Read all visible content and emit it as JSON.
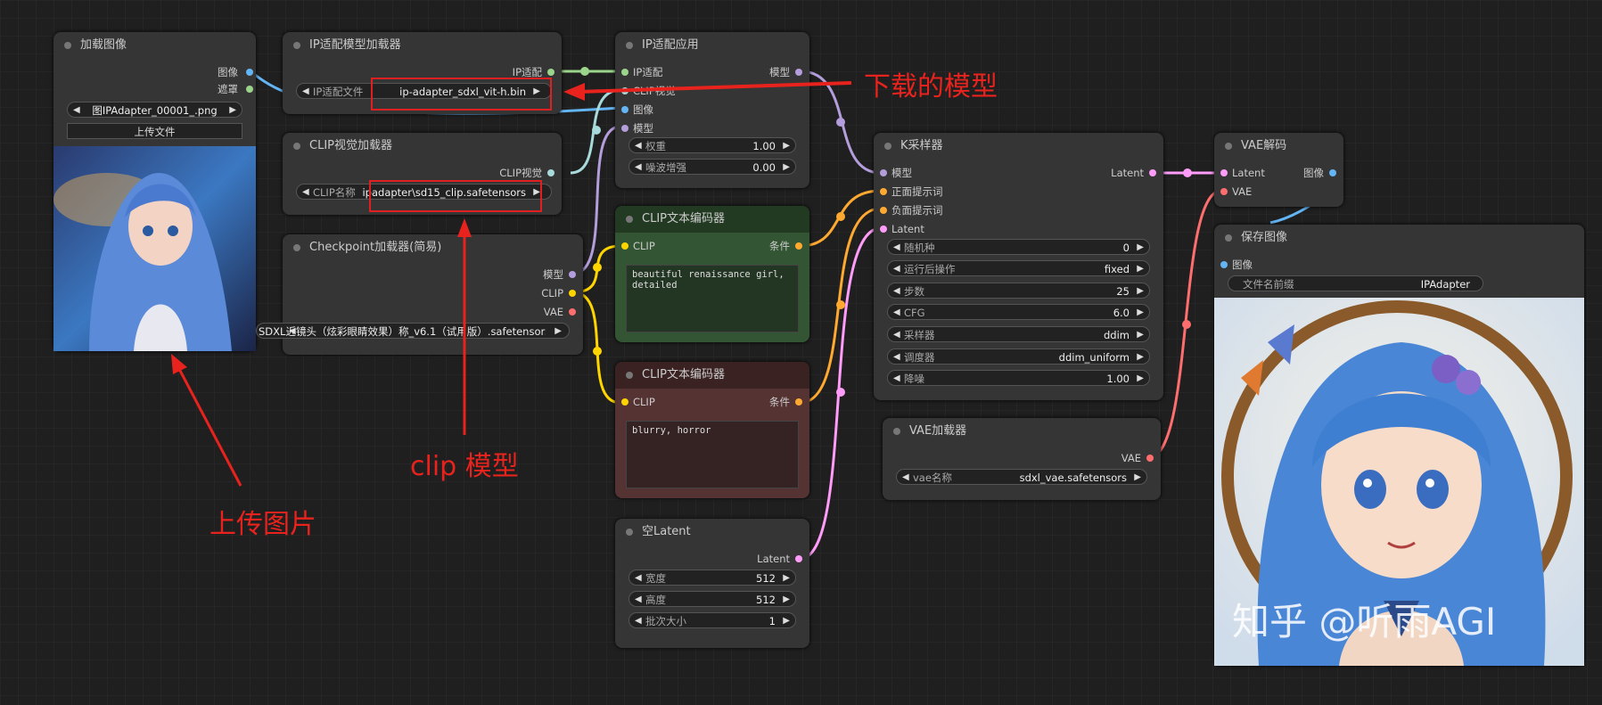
{
  "colors": {
    "model": "#b39ddb",
    "clip": "#ffd500",
    "cond": "#ffa931",
    "latent": "#ff9cf9",
    "image": "#64b5f6",
    "vae": "#ff6e6e",
    "ipadapter": "#9ad58b",
    "clipvision": "#a8dadc",
    "annotation": "#e8231d"
  },
  "nodes": {
    "load_image": {
      "title": "加载图像",
      "out_image": "图像",
      "out_mask": "遮罩",
      "file_value": "图IPAdapter_00001_.png",
      "upload_label": "上传文件"
    },
    "ip_model_loader": {
      "title": "IP适配模型加载器",
      "out": "IP适配",
      "w_label": "IP适配文件",
      "w_value": "ip-adapter_sdxl_vit-h.bin"
    },
    "clip_vision_loader": {
      "title": "CLIP视觉加载器",
      "out": "CLIP视觉",
      "w_label": "CLIP名称",
      "w_value": "ipadapter\\sd15_clip.safetensors"
    },
    "checkpoint": {
      "title": "Checkpoint加载器(简易)",
      "out_model": "模型",
      "out_clip": "CLIP",
      "out_vae": "VAE",
      "w_value": "SDXL近镜头（炫彩眼睛效果）称_v6.1（试用版）.safetensors"
    },
    "ip_apply": {
      "title": "IP适配应用",
      "in_ip": "IP适配",
      "in_clipvision": "CLIP视觉",
      "in_image": "图像",
      "in_model": "模型",
      "out_model": "模型",
      "w_weight_label": "权重",
      "w_weight": "1.00",
      "w_noise_label": "噪波增强",
      "w_noise": "0.00"
    },
    "clip_pos": {
      "title": "CLIP文本编码器",
      "in": "CLIP",
      "out": "条件",
      "text": "beautiful renaissance girl, detailed"
    },
    "clip_neg": {
      "title": "CLIP文本编码器",
      "in": "CLIP",
      "out": "条件",
      "text": "blurry, horror"
    },
    "empty_latent": {
      "title": "空Latent",
      "out": "Latent",
      "w_width_label": "宽度",
      "w_width": "512",
      "w_height_label": "高度",
      "w_height": "512",
      "w_batch_label": "批次大小",
      "w_batch": "1"
    },
    "ksampler": {
      "title": "K采样器",
      "in_model": "模型",
      "in_pos": "正面提示词",
      "in_neg": "负面提示词",
      "in_latent": "Latent",
      "out": "Latent",
      "widgets": [
        {
          "label": "随机种",
          "value": "0"
        },
        {
          "label": "运行后操作",
          "value": "fixed"
        },
        {
          "label": "步数",
          "value": "25"
        },
        {
          "label": "CFG",
          "value": "6.0"
        },
        {
          "label": "采样器",
          "value": "ddim"
        },
        {
          "label": "调度器",
          "value": "ddim_uniform"
        },
        {
          "label": "降噪",
          "value": "1.00"
        }
      ]
    },
    "vae_loader": {
      "title": "VAE加载器",
      "out": "VAE",
      "w_label": "vae名称",
      "w_value": "sdxl_vae.safetensors"
    },
    "vae_decode": {
      "title": "VAE解码",
      "in_latent": "Latent",
      "in_vae": "VAE",
      "out": "图像"
    },
    "save_image": {
      "title": "保存图像",
      "in_image": "图像",
      "w_label": "文件名前缀",
      "w_value": "IPAdapter",
      "watermark": "知乎 @听雨AGI"
    }
  },
  "annotations": {
    "downloaded_model": "下载的模型",
    "clip_model": "clip 模型",
    "upload_image": "上传图片"
  }
}
